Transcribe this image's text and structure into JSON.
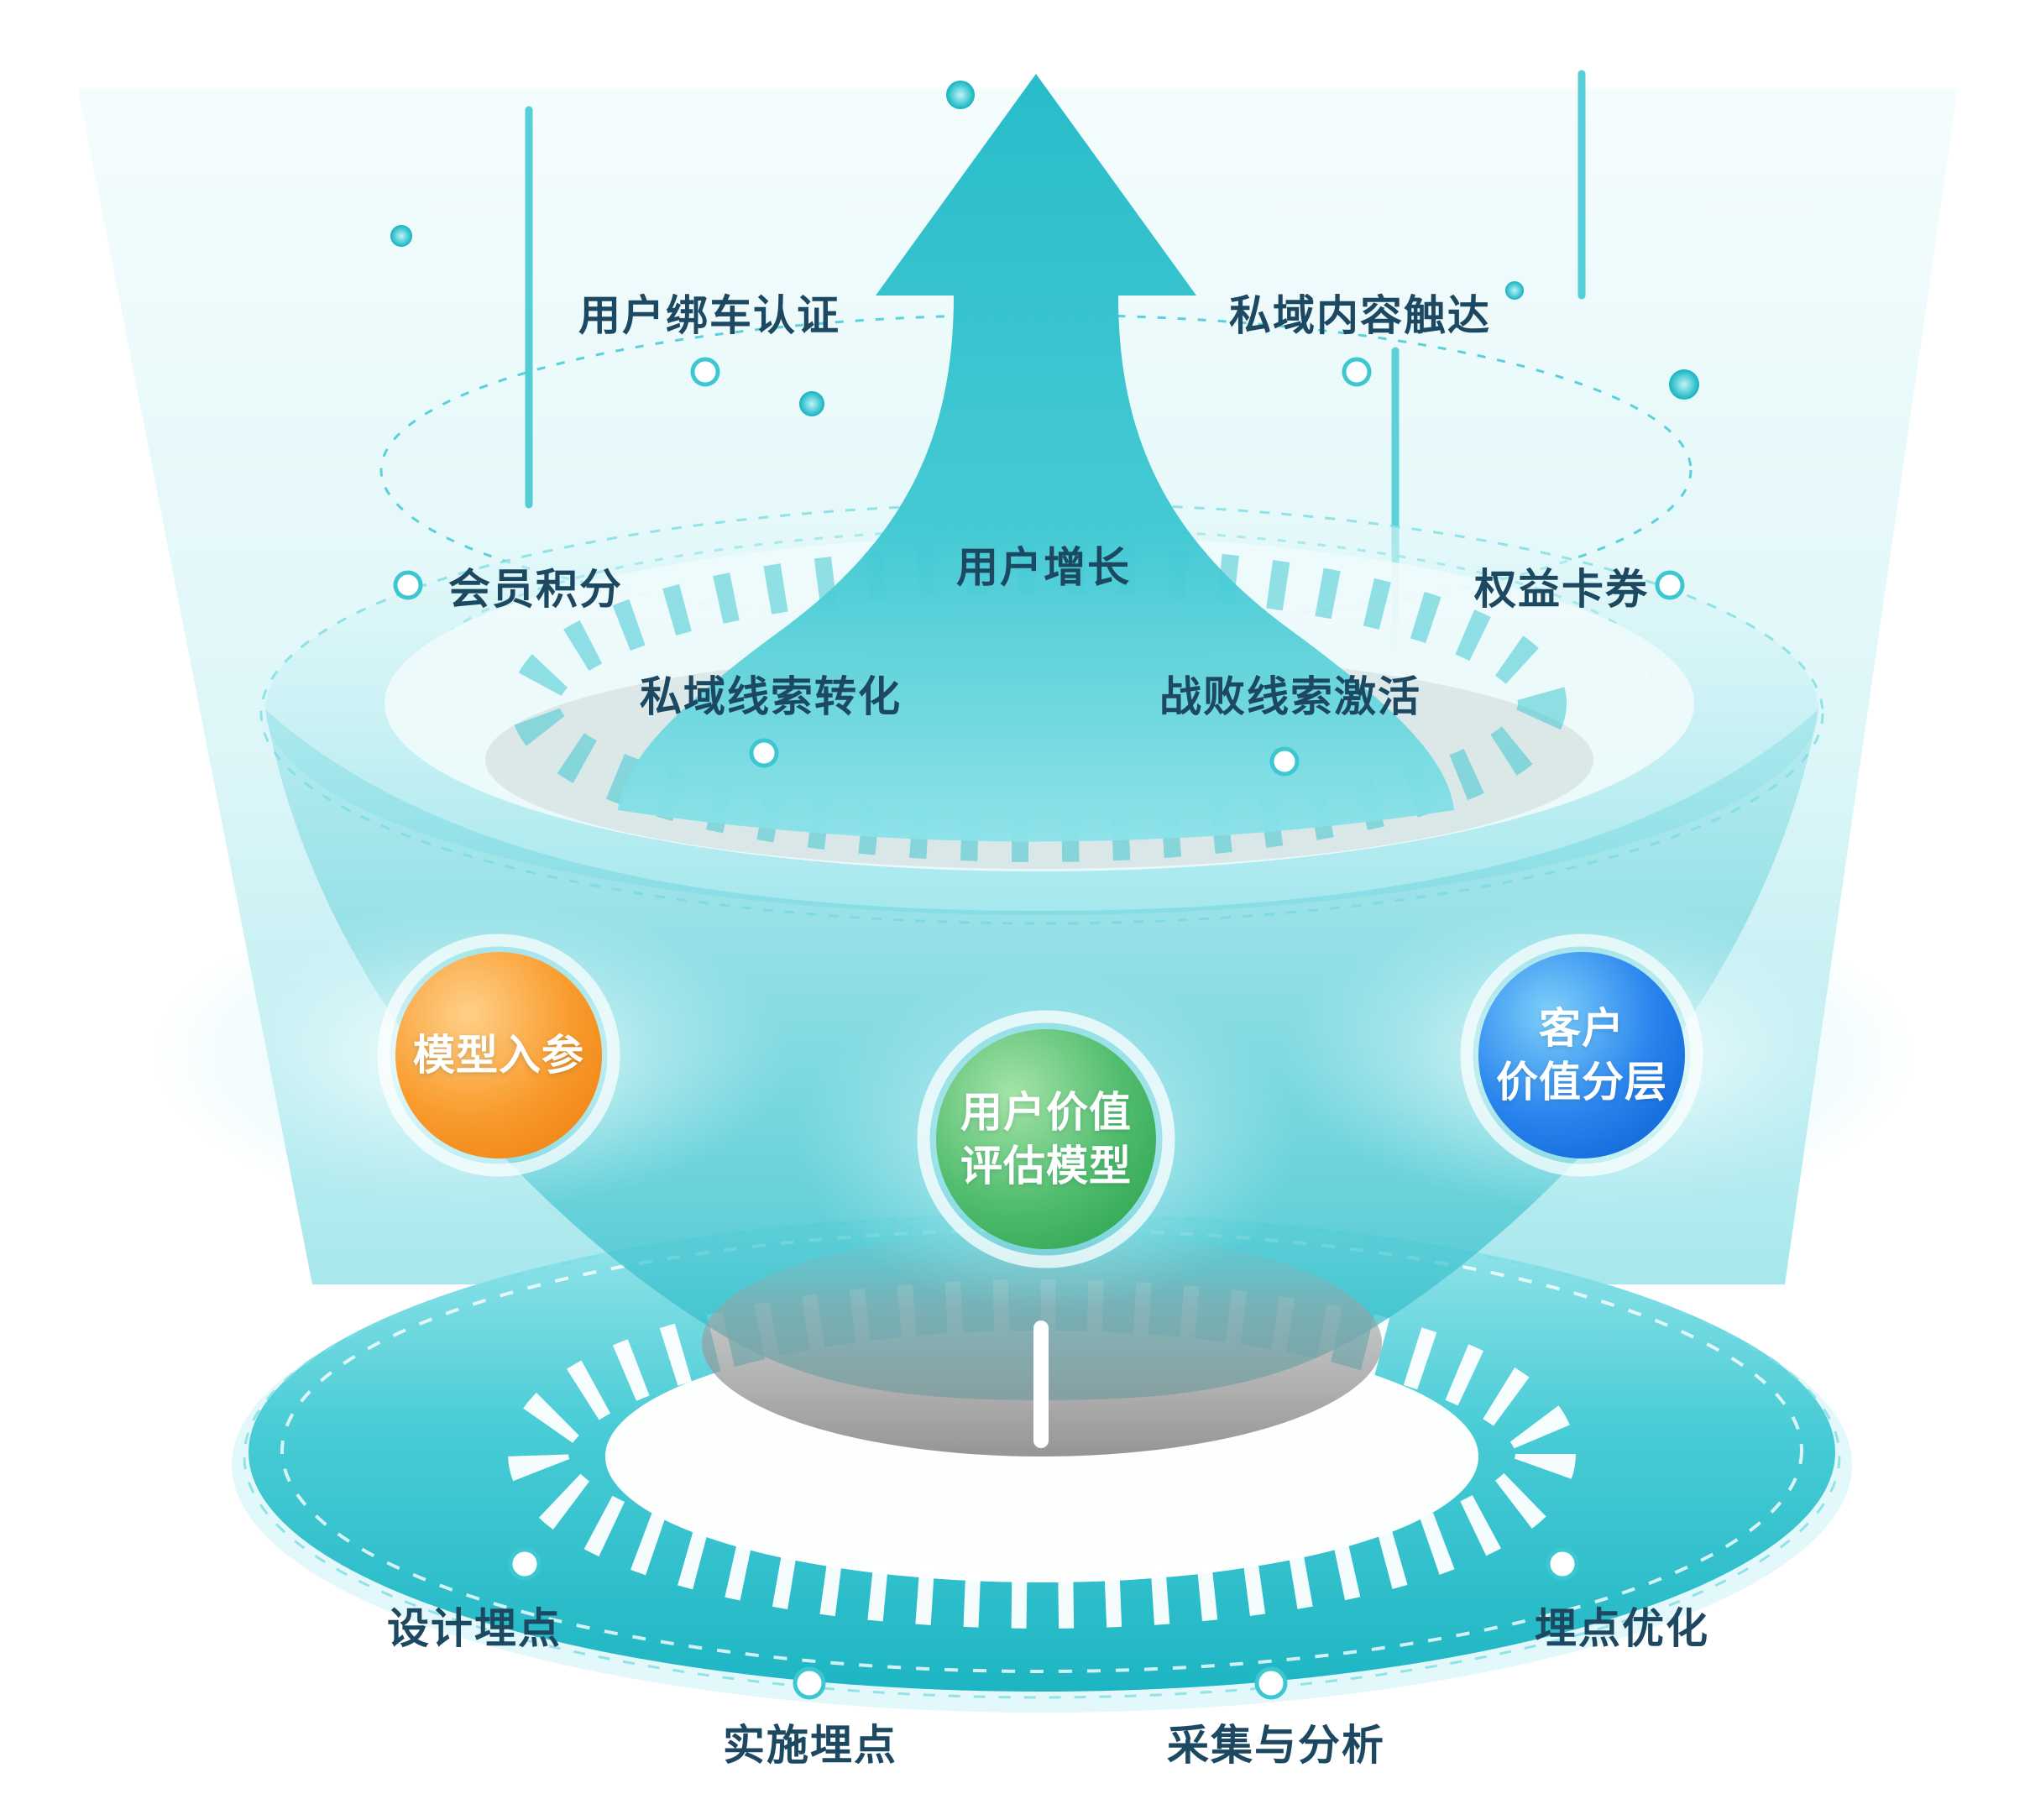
{
  "diagram": {
    "type": "funnel-3d-user-growth",
    "theme_colors": {
      "teal": "#2fc3ce",
      "light_teal": "#bfeef2",
      "orange": "#f7941d",
      "green": "#3cb25f",
      "blue": "#1a78e8",
      "gray": "#a8a8a8",
      "label_text": "#1d4861"
    },
    "touchpoint_labels": {
      "user_car_binding_auth": "用户绑车认证",
      "private_domain_content_reach": "私域内容触达",
      "member_points": "会员积分",
      "user_growth": "用户增长",
      "benefit_coupons": "权益卡券",
      "private_lead_conversion": "私域线索转化",
      "lost_lead_activation": "战败线索激活"
    },
    "model_nodes": {
      "model_input": "模型入参",
      "core_model_line1": "用户价值",
      "core_model_line2": "评估模型",
      "customer_value_line1": "客户",
      "customer_value_line2": "价值分层"
    },
    "tracking_cycle": {
      "design_tracking": "设计埋点",
      "implement_tracking": "实施埋点",
      "collect_analyze": "采集与分析",
      "tracking_optimization": "埋点优化"
    }
  }
}
